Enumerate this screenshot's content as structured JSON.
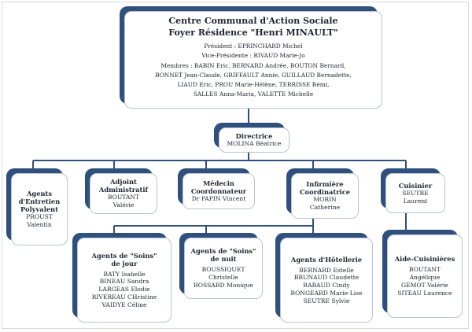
{
  "top": {
    "title_line1": "Centre Communal d'Action Sociale",
    "title_line2": "Foyer Résidence \"Henri MINAULT\"",
    "president": "Président : EPRINCHARD Michel",
    "vice_president": "Vice-Présidente : RIVAUD Marie-Jo",
    "members_lines": [
      "Membres : BABIN Eric, BERNARD Andrée, BOUTON Bernard,",
      "BONNET Jean-Claude, GRIFFAULT Annie, GUILLAUD Bernadette,",
      "LIAUD Eric, PROU Marie-Hélène, TERRISSE Rémi,",
      "SALLES Anna-Maria, VALETTE Michelle"
    ]
  },
  "directrice": {
    "title": "Directrice",
    "name": "MOLINA Béatrice"
  },
  "level2": [
    {
      "title": [
        "Agents",
        "d'Entretien",
        "Polyvalent"
      ],
      "names": [
        "PROUST",
        "Valentin"
      ]
    },
    {
      "title": [
        "Adjoint",
        "Administratif"
      ],
      "names": [
        "BOUTANT",
        "Valérie"
      ]
    },
    {
      "title": [
        "Médecin",
        "Coordonnateur"
      ],
      "names": [
        "Dr PAPIN Vincent"
      ]
    },
    {
      "title": [
        "Infirmière",
        "Coordinatrice"
      ],
      "names": [
        "MORIN",
        "Catherine"
      ]
    },
    {
      "title": [
        "Cuisinier"
      ],
      "names": [
        "SEUTRE",
        "Laurent"
      ]
    }
  ],
  "level3": [
    {
      "title": [
        "Agents de \"Soins\"",
        "de jour"
      ],
      "names": [
        "BATY Isabelle",
        "BINEAU Sandra",
        "LARGEAS Elodie",
        "RIVEREAU CHristine",
        "VAIDYE Céline"
      ]
    },
    {
      "title": [
        "Agents de \"Soins\"",
        "de nuit"
      ],
      "names": [
        "BOUSSIQUET",
        "Christelle",
        "ROSSARD Monique"
      ]
    },
    {
      "title": [
        "Agents d'Hôtellerie"
      ],
      "names": [
        "BERNARD Estelle",
        "BRUNAUD Claudette",
        "RABAUD Cindy",
        "RONGEARD Marie-Lise",
        "SEUTRE Sylvie"
      ]
    },
    {
      "title": [
        "Aide-Cuisinières"
      ],
      "names": [
        "BOUTANT",
        "Angélique",
        "GEMOT Valérie",
        "SITEAU Laurence"
      ]
    }
  ],
  "colors": {
    "card_back": "#2f4f7c",
    "connector": "#2f4f7c",
    "card_border": "#b8c3d3"
  }
}
